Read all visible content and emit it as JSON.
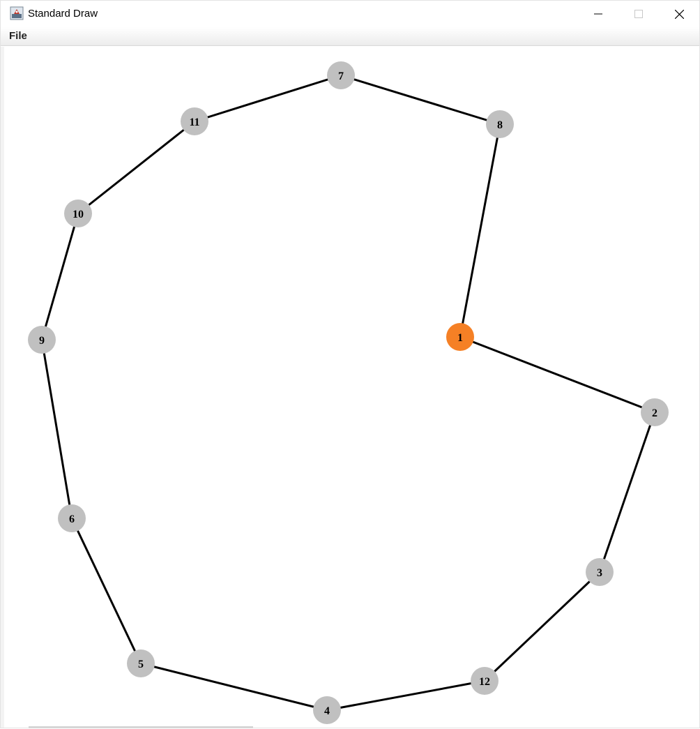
{
  "window": {
    "title": "Standard Draw",
    "controls": {
      "minimize_icon": "minimize-icon",
      "maximize_icon": "maximize-icon",
      "close_icon": "close-icon"
    }
  },
  "menubar": {
    "items": [
      {
        "label": "File"
      }
    ]
  },
  "graph": {
    "node_color": "#c0c0c0",
    "highlight_color": "#f58025",
    "edge_color": "#000000",
    "label_color": "#000000",
    "nodes": [
      {
        "id": "1",
        "highlighted": true
      },
      {
        "id": "2",
        "highlighted": false
      },
      {
        "id": "3",
        "highlighted": false
      },
      {
        "id": "4",
        "highlighted": false
      },
      {
        "id": "5",
        "highlighted": false
      },
      {
        "id": "6",
        "highlighted": false
      },
      {
        "id": "7",
        "highlighted": false
      },
      {
        "id": "8",
        "highlighted": false
      },
      {
        "id": "9",
        "highlighted": false
      },
      {
        "id": "10",
        "highlighted": false
      },
      {
        "id": "11",
        "highlighted": false
      },
      {
        "id": "12",
        "highlighted": false
      }
    ],
    "edges": [
      [
        "1",
        "8"
      ],
      [
        "8",
        "7"
      ],
      [
        "7",
        "11"
      ],
      [
        "11",
        "10"
      ],
      [
        "10",
        "9"
      ],
      [
        "9",
        "6"
      ],
      [
        "6",
        "5"
      ],
      [
        "5",
        "4"
      ],
      [
        "4",
        "12"
      ],
      [
        "12",
        "3"
      ],
      [
        "3",
        "2"
      ],
      [
        "2",
        "1"
      ]
    ]
  }
}
